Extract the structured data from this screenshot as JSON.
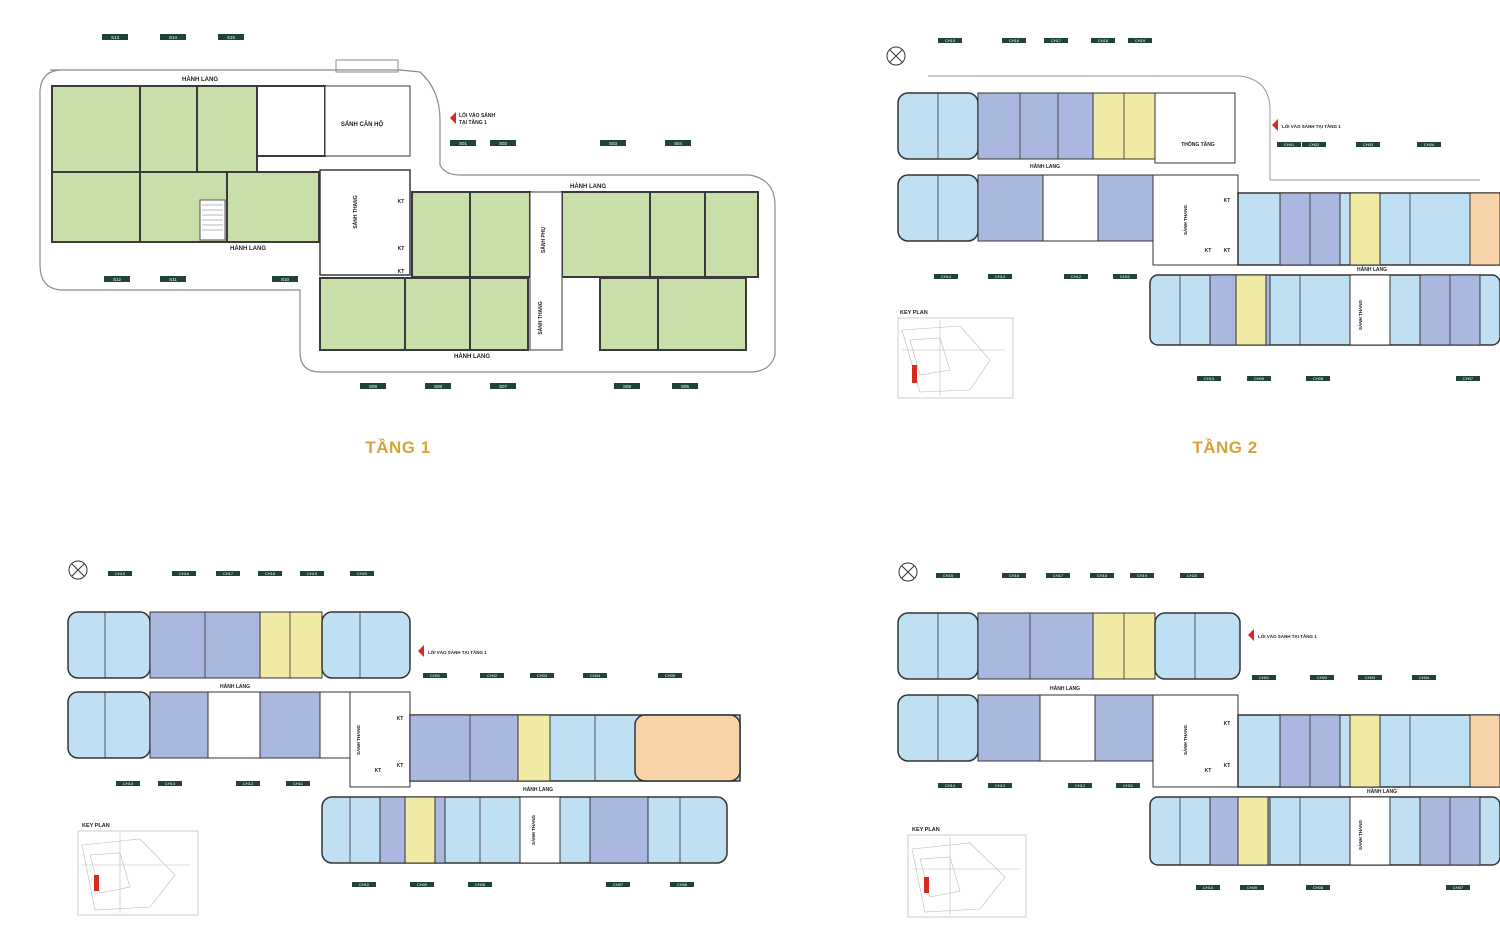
{
  "colors": {
    "commercial": "#c9dfaa",
    "unit_light": "#bfe0f2",
    "unit_mid": "#aab7de",
    "unit_yellow": "#f0eaa4",
    "unit_orange": "#f6d3a8",
    "tag": "#1f4436",
    "wall": "#3a3a3a",
    "title": "#d9a23a",
    "arrow": "#d62b1f"
  },
  "labels": {
    "hanh_lang": "HÀNH LANG",
    "sanh_can_ho": "SẢNH CĂN HỘ",
    "sanh_thang": "SẢNH THANG",
    "sanh_phu": "SẢNH PHỤ",
    "thong_tang": "THÔNG TẦNG",
    "kt": "KT",
    "key_plan": "KEY PLAN",
    "loi_vao_l1": "LỐI VÀO SẢNH",
    "loi_vao_l2": "TẠI TẦNG 1",
    "loi_vao_full": "LỐI VÀO SẢNH TẠI TẦNG 1"
  },
  "floors": [
    {
      "title": "TẦNG 1",
      "top_tags": [
        "S13",
        "S14",
        "S15"
      ],
      "mid_tags": [
        "S01",
        "S02",
        "S03",
        "S04"
      ],
      "bottom_left_tags": [
        "S12",
        "S11",
        "S10"
      ],
      "bottom_tags": [
        "S09",
        "S08",
        "S07",
        "S06",
        "S05"
      ]
    },
    {
      "title": "TẦNG 2",
      "top_tags": [
        "CH15",
        "CH16",
        "CH17",
        "CH18",
        "CH19"
      ],
      "mid_tags": [
        "CH01",
        "CH02",
        "CH03",
        "CH04"
      ],
      "bottom_left_tags": [
        "CH14",
        "CH13",
        "CH12",
        "CH11"
      ],
      "bottom_tags": [
        "CH10",
        "CH09",
        "CH08",
        "CH07"
      ]
    },
    {
      "title": "",
      "top_tags": [
        "CH15",
        "CH16",
        "CH17",
        "CH18",
        "CH19",
        "CH20"
      ],
      "mid_tags": [
        "CH01",
        "CH02",
        "CH03",
        "CH04",
        "CH05"
      ],
      "bottom_left_tags": [
        "CH14",
        "CH13",
        "CH12",
        "CH11"
      ],
      "bottom_tags": [
        "CH10",
        "CH09",
        "CH08",
        "CH07",
        "CH06"
      ]
    },
    {
      "title": "",
      "top_tags": [
        "CH15",
        "CH16",
        "CH17",
        "CH18",
        "CH19",
        "CH20"
      ],
      "mid_tags": [
        "CH01",
        "CH02",
        "CH03",
        "CH04"
      ],
      "bottom_left_tags": [
        "CH14",
        "CH13",
        "CH12",
        "CH11"
      ],
      "bottom_tags": [
        "CH10",
        "CH09",
        "CH08",
        "CH07"
      ]
    }
  ]
}
